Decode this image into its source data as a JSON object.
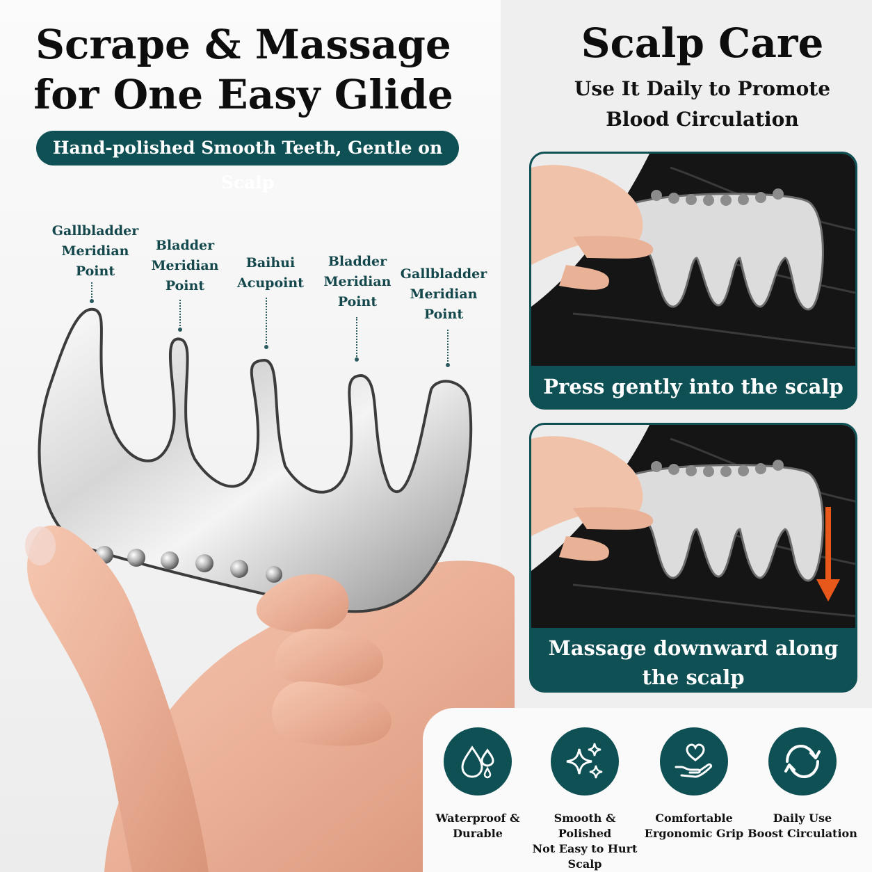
{
  "left": {
    "headline_line1": "Scrape & Massage",
    "headline_line2": "for One Easy Glide",
    "pill": "Hand-polished Smooth Teeth, Gentle on Scalp",
    "points": [
      {
        "line1": "Gallbladder",
        "line2": "Meridian",
        "line3": "Point"
      },
      {
        "line1": "Bladder",
        "line2": "Meridian",
        "line3": "Point"
      },
      {
        "line1": "Baihui",
        "line2": "Acupoint",
        "line3": ""
      },
      {
        "line1": "Bladder",
        "line2": "Meridian",
        "line3": "Point"
      },
      {
        "line1": "Gallbladder",
        "line2": "Meridian",
        "line3": "Point"
      }
    ]
  },
  "right": {
    "title": "Scalp Care",
    "subtitle_line1": "Use It Daily to Promote",
    "subtitle_line2": "Blood Circulation",
    "steps": [
      {
        "caption": "Press gently into the scalp"
      },
      {
        "caption": "Massage downward along the scalp"
      }
    ]
  },
  "features": [
    {
      "icon": "water-drops-icon",
      "text": "Waterproof &\nDurable"
    },
    {
      "icon": "sparkle-icon",
      "text": "Smooth & Polished\nNot Easy to Hurt Scalp"
    },
    {
      "icon": "heart-hand-icon",
      "text": "Comfortable\nErgonomic Grip"
    },
    {
      "icon": "refresh-cycle-icon",
      "text": "Daily Use\nBoost Circulation"
    }
  ],
  "colors": {
    "accent": "#0f5055",
    "arrow": "#e8581a",
    "label": "#13474b"
  }
}
